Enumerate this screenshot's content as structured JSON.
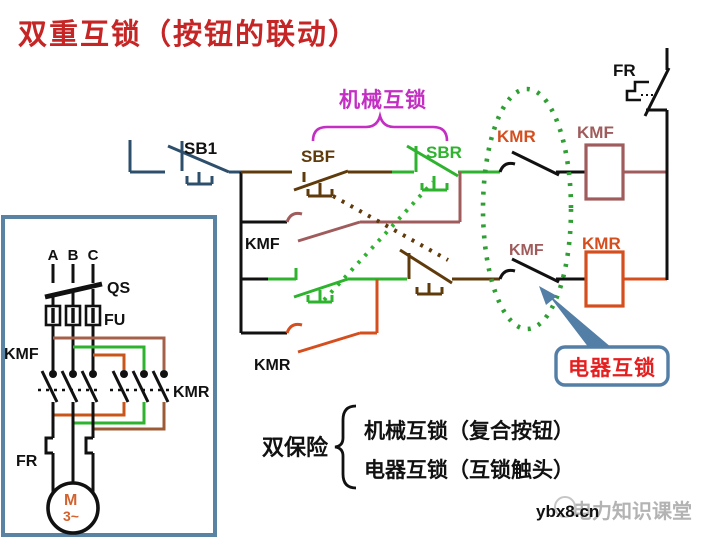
{
  "title": {
    "text": "双重互锁（按钮的联动）"
  },
  "annotations": {
    "mechanical_interlock": "机械互锁",
    "electrical_interlock": "电器互锁",
    "double_insurance": "双保险",
    "note_line1": "机械互锁（复合按钮）",
    "note_line2": "电器互锁（互锁触头）"
  },
  "control_circuit": {
    "stop_button": "SB1",
    "forward_button": "SBF",
    "reverse_button": "SBR",
    "kmr_interlock_contact": "KMR",
    "kmf_interlock_contact": "KMF",
    "kmf_selfhold_contact": "KMF",
    "kmr_selfhold_contact": "KMR",
    "kmf_coil": "KMF",
    "kmr_coil": "KMR",
    "thermal_contact": "FR"
  },
  "main_circuit": {
    "phase_labels": [
      "A",
      "B",
      "C"
    ],
    "isolator": "QS",
    "fuse": "FU",
    "kmf_contacts": "KMF",
    "kmr_contacts": "KMR",
    "thermal_relay": "FR",
    "motor_letter": "M",
    "motor_phases": "3~"
  },
  "watermark": {
    "site": "ybx8.cn",
    "name": "电力知识课堂"
  },
  "colors": {
    "title_red": "#c52525",
    "magenta": "#c32ec3",
    "callout_red": "#e51f1f",
    "navy_sb1": "#2e4f6b",
    "brown_sbf": "#5f3b0c",
    "green_sbr": "#2db32d",
    "maroon_kmf": "#a05c5c",
    "orange_kmr": "#d54e1e",
    "ellipse_green": "#2f9e33",
    "steel_blue": "#537ea6",
    "box_blue": "#5a82a2",
    "cross_brown": "#a5604a",
    "cross_brown_dark": "#9c5b34",
    "cross_orange": "#c8551a",
    "watermark_gray": "#b3b3b3",
    "black": "#111111"
  }
}
